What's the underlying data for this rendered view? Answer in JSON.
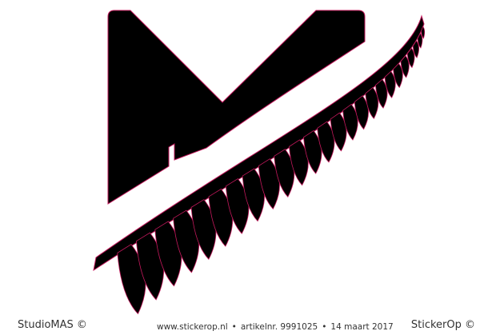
{
  "colors": {
    "background": "#ffffff",
    "fill": "#000000",
    "outline": "#c2185b",
    "footer_text": "#333333"
  },
  "artwork": {
    "icon": "letter-m-with-fern-logo"
  },
  "footer": {
    "left_credit": "StudioMAS ©",
    "website": "www.stickerop.nl",
    "separator": "•",
    "article_number": "artikelnr. 9991025",
    "date": "14 maart 2017",
    "right_credit": "StickerOp ©"
  }
}
